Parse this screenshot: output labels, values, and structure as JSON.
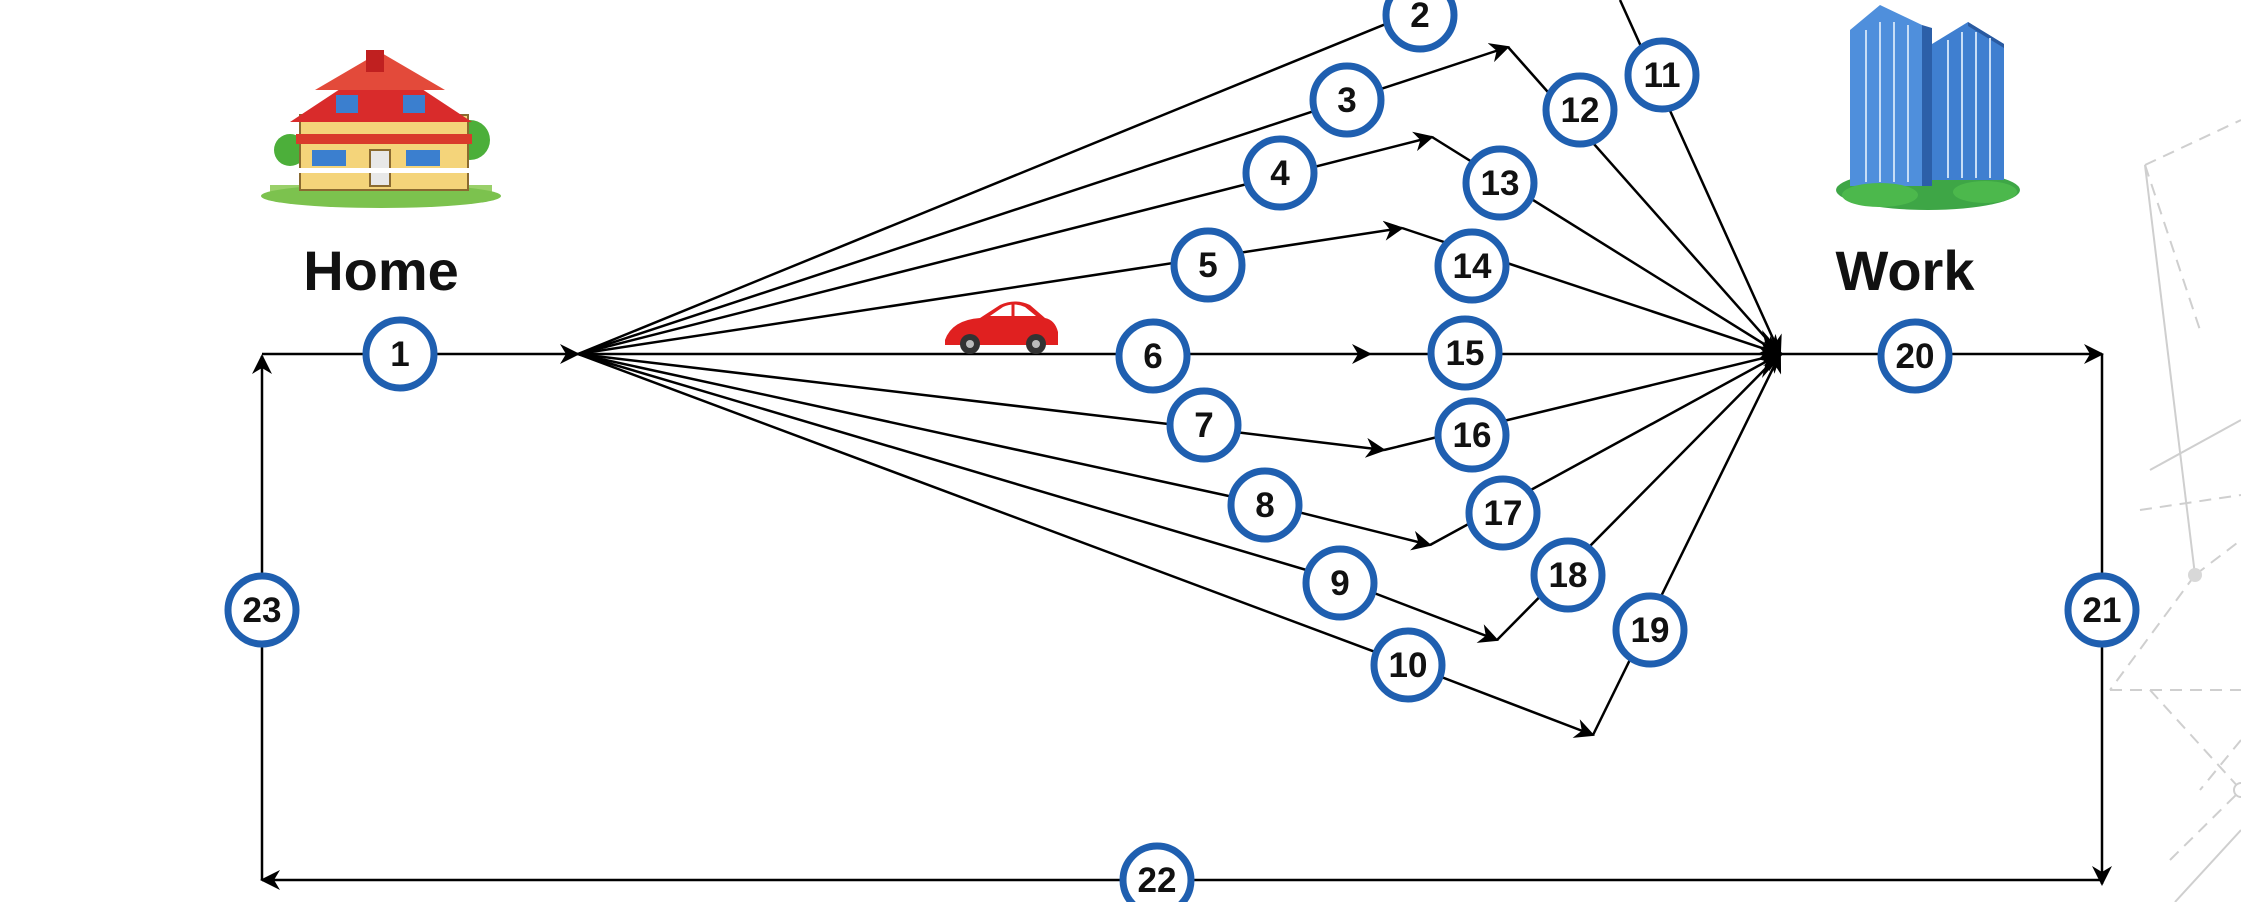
{
  "diagram": {
    "labels": {
      "home": "Home",
      "work": "Work"
    },
    "colors": {
      "node_ring": "#1f5fb0",
      "line": "#000000",
      "car": "#e02020",
      "roof": "#d92b2b",
      "building": "#3f7fd0",
      "grass": "#3ea646",
      "decor": "#c9c9c9"
    },
    "nodes": [
      {
        "id": "n1",
        "label": "1"
      },
      {
        "id": "n2",
        "label": "2"
      },
      {
        "id": "n3",
        "label": "3"
      },
      {
        "id": "n4",
        "label": "4"
      },
      {
        "id": "n5",
        "label": "5"
      },
      {
        "id": "n6",
        "label": "6"
      },
      {
        "id": "n7",
        "label": "7"
      },
      {
        "id": "n8",
        "label": "8"
      },
      {
        "id": "n9",
        "label": "9"
      },
      {
        "id": "n10",
        "label": "10"
      },
      {
        "id": "n11",
        "label": "11"
      },
      {
        "id": "n12",
        "label": "12"
      },
      {
        "id": "n13",
        "label": "13"
      },
      {
        "id": "n14",
        "label": "14"
      },
      {
        "id": "n15",
        "label": "15"
      },
      {
        "id": "n16",
        "label": "16"
      },
      {
        "id": "n17",
        "label": "17"
      },
      {
        "id": "n18",
        "label": "18"
      },
      {
        "id": "n19",
        "label": "19"
      },
      {
        "id": "n20",
        "label": "20"
      },
      {
        "id": "n21",
        "label": "21"
      },
      {
        "id": "n22",
        "label": "22"
      },
      {
        "id": "n23",
        "label": "23"
      }
    ]
  }
}
